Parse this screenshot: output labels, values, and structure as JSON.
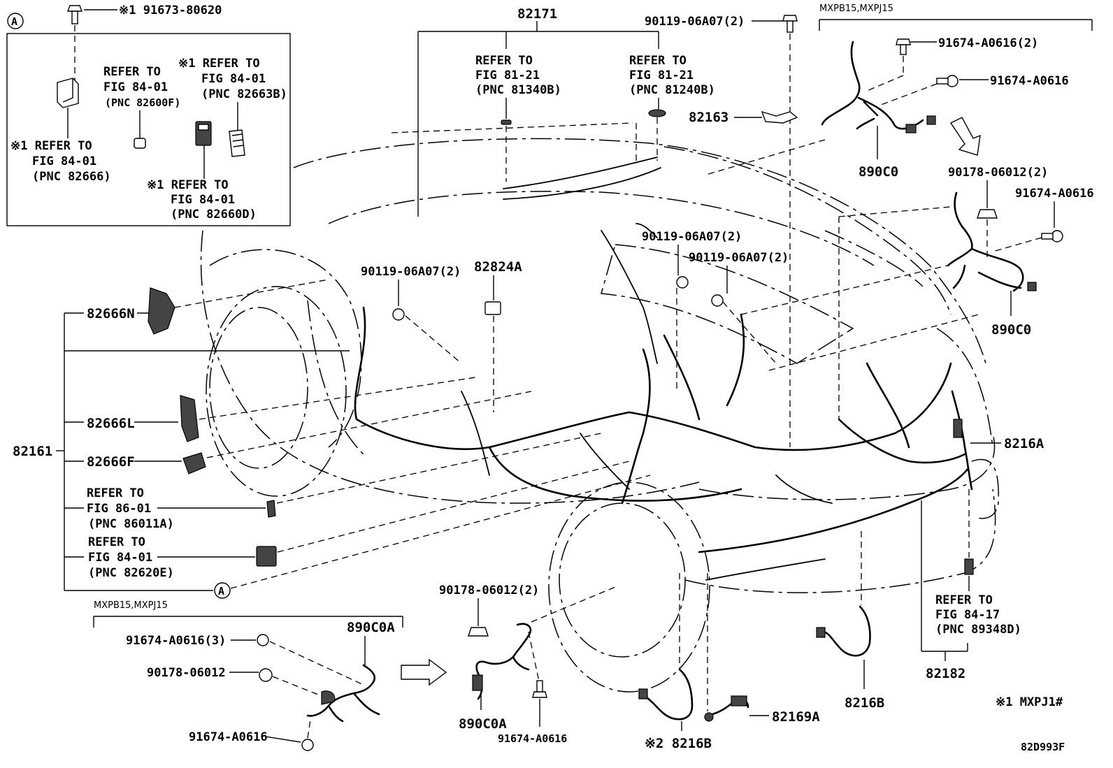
{
  "diagram": {
    "footnote": "※1 MXPJ1#",
    "figure_code": "82D993F",
    "callout_marker": "A",
    "inset": {
      "screw_top": "※1 91673-80620",
      "ref_82600F": [
        "REFER TO",
        "FIG 84-01",
        "(PNC 82600F)"
      ],
      "ref_82663B": [
        "※1 REFER TO",
        "FIG 84-01",
        "(PNC 82663B)"
      ],
      "ref_82666": [
        "※1 REFER TO",
        "FIG 84-01",
        "(PNC 82666)"
      ],
      "ref_82660D": [
        "※1 REFER TO",
        "FIG 84-01",
        "(PNC 82660D)"
      ]
    },
    "top": {
      "harness_82171": "82171",
      "ref_81340B": [
        "REFER TO",
        "FIG 81-21",
        "(PNC 81340B)"
      ],
      "ref_81240B": [
        "REFER TO",
        "FIG 81-21",
        "(PNC 81240B)"
      ],
      "bolt_top": "90119-06A07(2)",
      "part_82163": "82163",
      "part_82824A": "82824A",
      "bolt_mid_left": "90119-06A07(2)",
      "bolt_mid_a": "90119-06A07(2)",
      "bolt_mid_b": "90119-06A07(2)"
    },
    "left": {
      "harness_82161": "82161",
      "part_82666N": "82666N",
      "part_82666L": "82666L",
      "part_82666F": "82666F",
      "ref_86011A": [
        "REFER TO",
        "FIG 86-01",
        "(PNC 86011A)"
      ],
      "ref_82620E": [
        "REFER TO",
        "FIG 84-01",
        "(PNC 82620E)"
      ]
    },
    "right_top": {
      "variant": "MXPB15,MXPJ15",
      "bolt_a": "91674-A0616(2)",
      "bolt_b": "91674-A0616",
      "part_890C0_a": "890C0",
      "nut": "90178-06012(2)",
      "bolt_c": "91674-A0616",
      "part_890C0_b": "890C0"
    },
    "right": {
      "part_8216A": "8216A",
      "ref_89348D": [
        "REFER TO",
        "FIG 84-17",
        "(PNC 89348D)"
      ],
      "harness_82182": "82182",
      "part_8216B": "8216B"
    },
    "bottom": {
      "variant": "MXPB15,MXPJ15",
      "part_890C0A_top": "890C0A",
      "bolt_3": "91674-A0616(3)",
      "nut_single": "90178-06012",
      "bolt_single": "91674-A0616",
      "nut_2": "90178-06012(2)",
      "part_890C0A_bot": "890C0A",
      "bolt_bot": "91674-A0616",
      "part_8216B_2": "※2 8216B",
      "part_82169A": "82169A"
    }
  }
}
